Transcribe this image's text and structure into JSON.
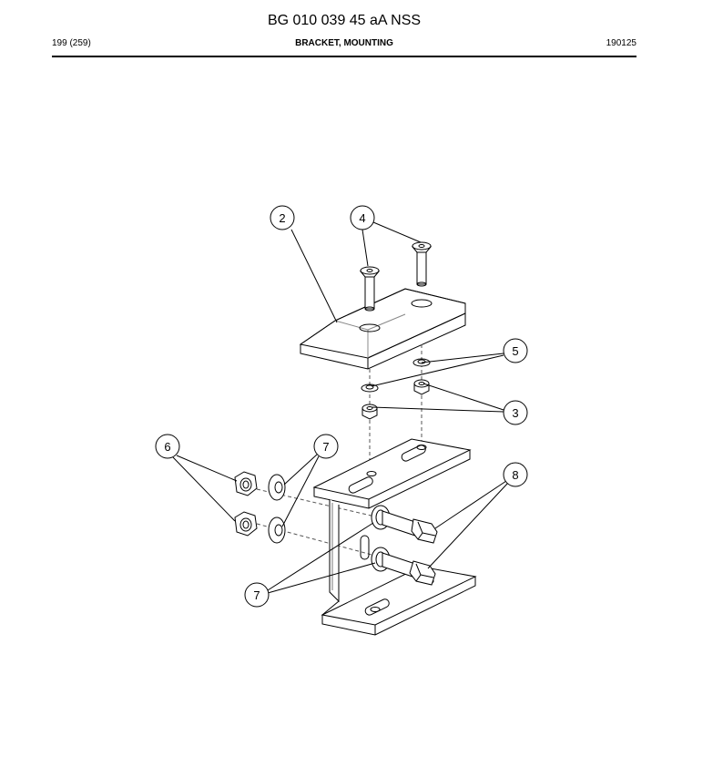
{
  "header": {
    "document_title": "BG 010 039 45 aA NSS",
    "page": "199 (259)",
    "section_title": "BRACKET, MOUNTING",
    "date_code": "190125"
  },
  "callouts": [
    {
      "id": "callout-2",
      "label": "2"
    },
    {
      "id": "callout-4",
      "label": "4"
    },
    {
      "id": "callout-5",
      "label": "5"
    },
    {
      "id": "callout-3",
      "label": "3"
    },
    {
      "id": "callout-6",
      "label": "6"
    },
    {
      "id": "callout-7-top",
      "label": "7"
    },
    {
      "id": "callout-8",
      "label": "8"
    },
    {
      "id": "callout-7-bottom",
      "label": "7"
    }
  ]
}
